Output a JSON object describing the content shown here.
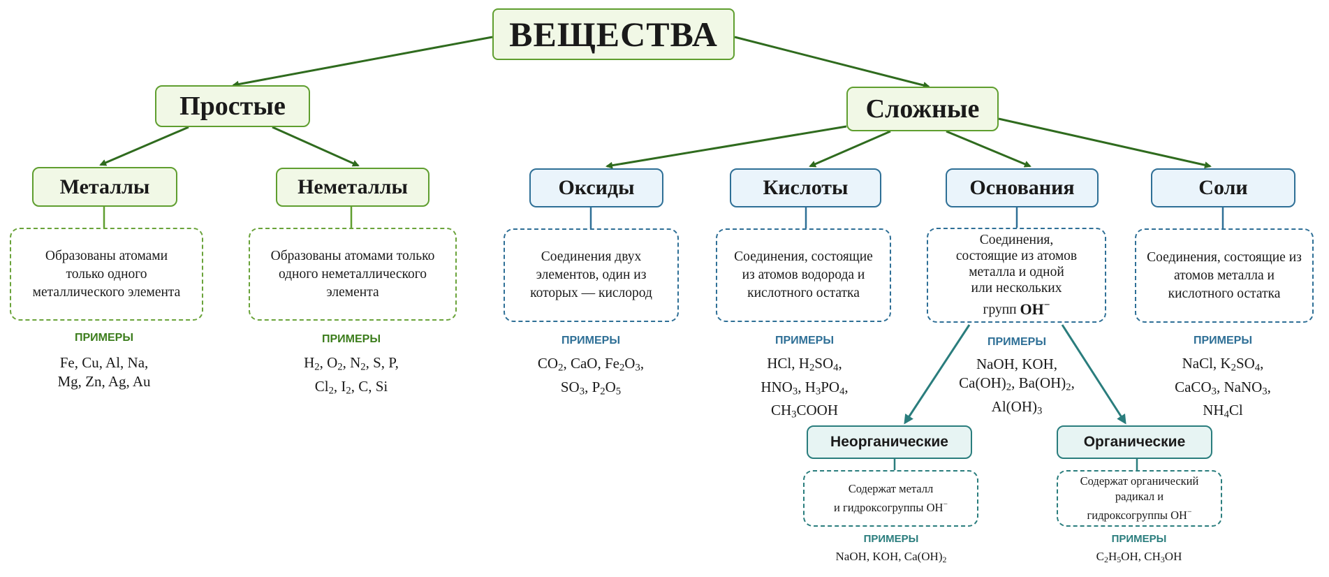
{
  "root": {
    "label": "ВЕЩЕСТВА"
  },
  "simple": {
    "label": "Простые",
    "metals": {
      "label": "Металлы",
      "description": "Образованы атомами только одного металлического элемента",
      "examples_label": "ПРИМЕРЫ",
      "examples": [
        "Fe, Cu, Al, Na,",
        "Mg, Zn, Ag, Au"
      ]
    },
    "nonmetals": {
      "label": "Неметаллы",
      "description": "Образованы атомами только одного неметаллического элемента",
      "examples_label": "ПРИМЕРЫ",
      "examples": [
        "H_2, O_2, N_2, S, P,",
        "Cl_2, I_2, C, Si"
      ]
    }
  },
  "complex": {
    "label": "Сложные",
    "oxides": {
      "label": "Оксиды",
      "description": "Соединения двух элементов, один из которых — кислород",
      "examples_label": "ПРИМЕРЫ",
      "examples": [
        "CO_2, CaO, Fe_2O_3,",
        "SO_3, P_2O_5"
      ]
    },
    "acids": {
      "label": "Кислоты",
      "description": "Соединения, состоящие из атомов водорода и кислотного остатка",
      "examples_label": "ПРИМЕРЫ",
      "examples": [
        "HCl, H_2SO_4,",
        "HNO_3, H_3PO_4,",
        "CH_3COOH"
      ]
    },
    "bases": {
      "label": "Основания",
      "description": [
        "Соединения,",
        "состоящие из атомов",
        "металла и одной",
        "или нескольких",
        "групп OH^−"
      ],
      "examples_label": "ПРИМЕРЫ",
      "examples": [
        "NaOH, KOH,",
        "Ca(OH)_2, Ba(OH)_2,",
        "Al(OH)_3"
      ],
      "inorganic": {
        "label": "Неорганические",
        "description": [
          "Содержат металл",
          "и гидроксогруппы OH^−"
        ],
        "examples_label": "ПРИМЕРЫ",
        "examples": [
          "NaOH, KOH, Ca(OH)_2"
        ]
      },
      "organic": {
        "label": "Органические",
        "description": [
          "Содержат органический",
          "радикал и",
          "гидроксогруппы OH^−"
        ],
        "examples_label": "ПРИМЕРЫ",
        "examples": [
          "C_2H_5OH, CH_3OH"
        ]
      }
    },
    "salts": {
      "label": "Соли",
      "description": "Соединения, состоящие из атомов металла и кислотного остатка",
      "examples_label": "ПРИМЕРЫ",
      "examples": [
        "NaCl, K_2SO_4,",
        "CaCO_3, NaNO_3,",
        "NH_4Cl"
      ]
    }
  },
  "colors": {
    "green": "#5f9e2f",
    "blue": "#2e6f96",
    "teal": "#2a7d7d",
    "arrow_green": "#2f6b1e"
  }
}
